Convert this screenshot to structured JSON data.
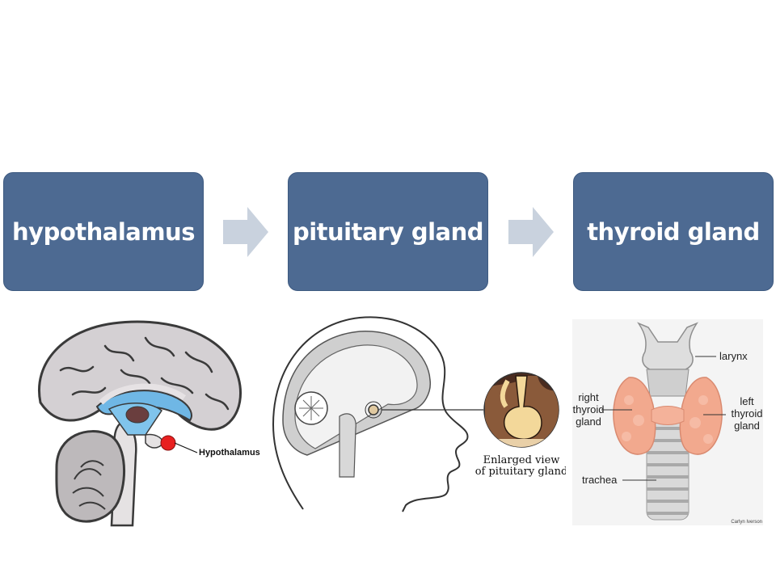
{
  "steps": [
    {
      "label": "hypothalamus"
    },
    {
      "label": "pituitary gland"
    },
    {
      "label": "thyroid gland"
    }
  ],
  "colors": {
    "box_fill": "#4d6a92",
    "arrow_fill": "#c9d2de",
    "hypothalamus_marker": "#e82020"
  },
  "brain": {
    "label": "Hypothalamus"
  },
  "pituitary": {
    "caption_line1": "Enlarged view",
    "caption_line2": "of pituitary gland"
  },
  "thyroid": {
    "labels": {
      "larynx": "larynx",
      "right_1": "right",
      "right_2": "thyroid",
      "right_3": "gland",
      "left_1": "left",
      "left_2": "thyroid",
      "left_3": "gland",
      "trachea": "trachea",
      "credit": "Carlyn Iverson"
    }
  }
}
